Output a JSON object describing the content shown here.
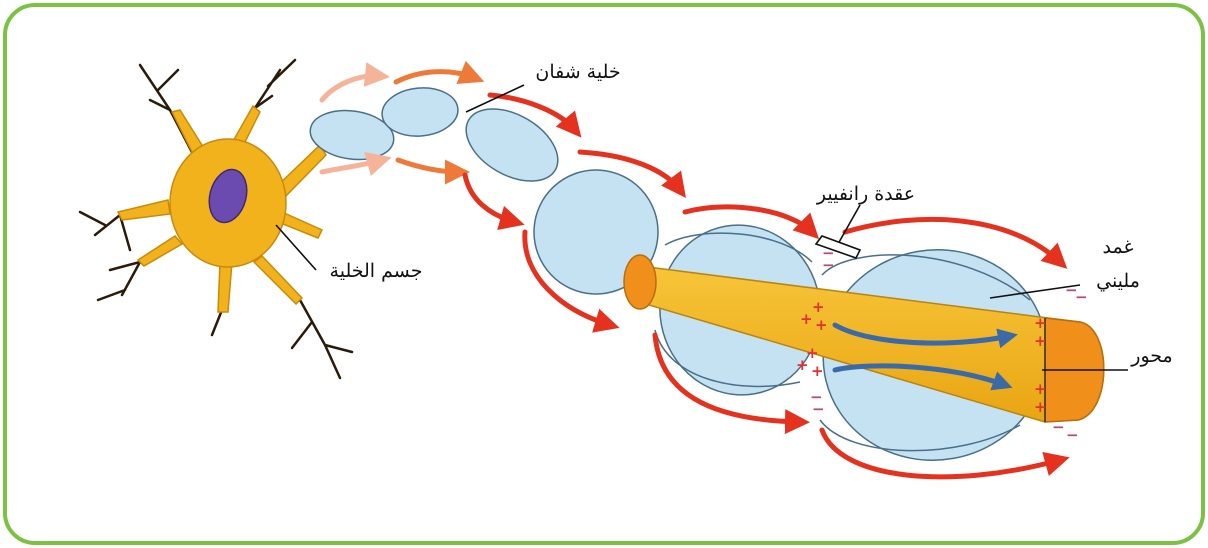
{
  "colors": {
    "frame": "#7cc242",
    "cell_body": "#f2b21c",
    "nucleus": "#6b4bb0",
    "myelin": "#c4e2f1",
    "axon": "#f2b21c",
    "axon_end": "#f08f1a",
    "impulse_arrow": "#e4321f",
    "current_arrow": "#3a6aa8"
  },
  "labels": {
    "schwann_cell": "خلية شفان",
    "cell_body": "جسم الخلية",
    "node_of_ranvier": "عقدة رانفيير",
    "myelin_sheath_line1": "غمد",
    "myelin_sheath_line2": "مليني",
    "axon": "محور"
  },
  "ions": {
    "plus": "+",
    "minus": "−"
  }
}
